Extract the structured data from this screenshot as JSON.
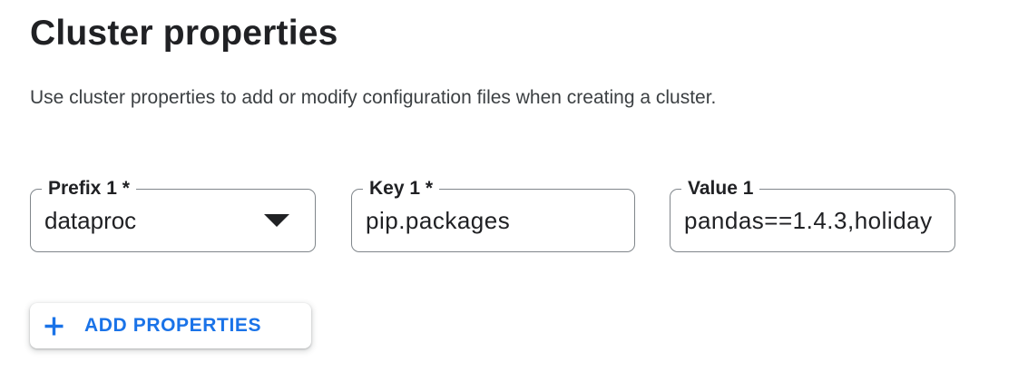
{
  "header": {
    "title": "Cluster properties",
    "description": "Use cluster properties to add or modify configuration files when creating a cluster."
  },
  "property_row": {
    "prefix": {
      "label": "Prefix 1 *",
      "value": "dataproc",
      "icon": "dropdown-arrow-icon"
    },
    "key": {
      "label": "Key 1 *",
      "value": "pip.packages"
    },
    "value": {
      "label": "Value 1",
      "value": "pandas==1.4.3,holiday"
    }
  },
  "add_button": {
    "label": "ADD PROPERTIES",
    "icon": "plus-icon"
  },
  "colors": {
    "accent_blue": "#1a73e8",
    "text_primary": "#202124",
    "text_secondary": "#3c4043",
    "field_border": "#80868b",
    "background": "#ffffff"
  }
}
